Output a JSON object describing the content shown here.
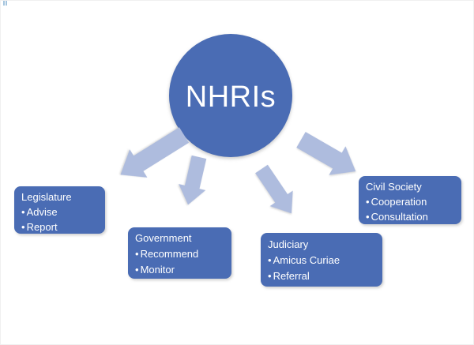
{
  "canvas": {
    "background": "#ffffff"
  },
  "corner_mark": {
    "color": "#a4c4de"
  },
  "diagram": {
    "center": {
      "label": "NHRIs",
      "fill": "#4a6cb4",
      "text_color": "#ffffff"
    },
    "arrow_color": "#aebcde",
    "node_fill": "#4a6cb4",
    "node_text_color": "#ffffff",
    "bullet_char": "•",
    "nodes": [
      {
        "id": "legislature",
        "title": "Legislature",
        "bullets": [
          "Advise",
          "Report"
        ]
      },
      {
        "id": "government",
        "title": "Government",
        "bullets": [
          "Recommend",
          "Monitor"
        ]
      },
      {
        "id": "judiciary",
        "title": "Judiciary",
        "bullets": [
          "Amicus Curiae",
          "Referral"
        ]
      },
      {
        "id": "civil-society",
        "title": "Civil Society",
        "bullets": [
          "Cooperation",
          "Consultation"
        ]
      }
    ]
  }
}
